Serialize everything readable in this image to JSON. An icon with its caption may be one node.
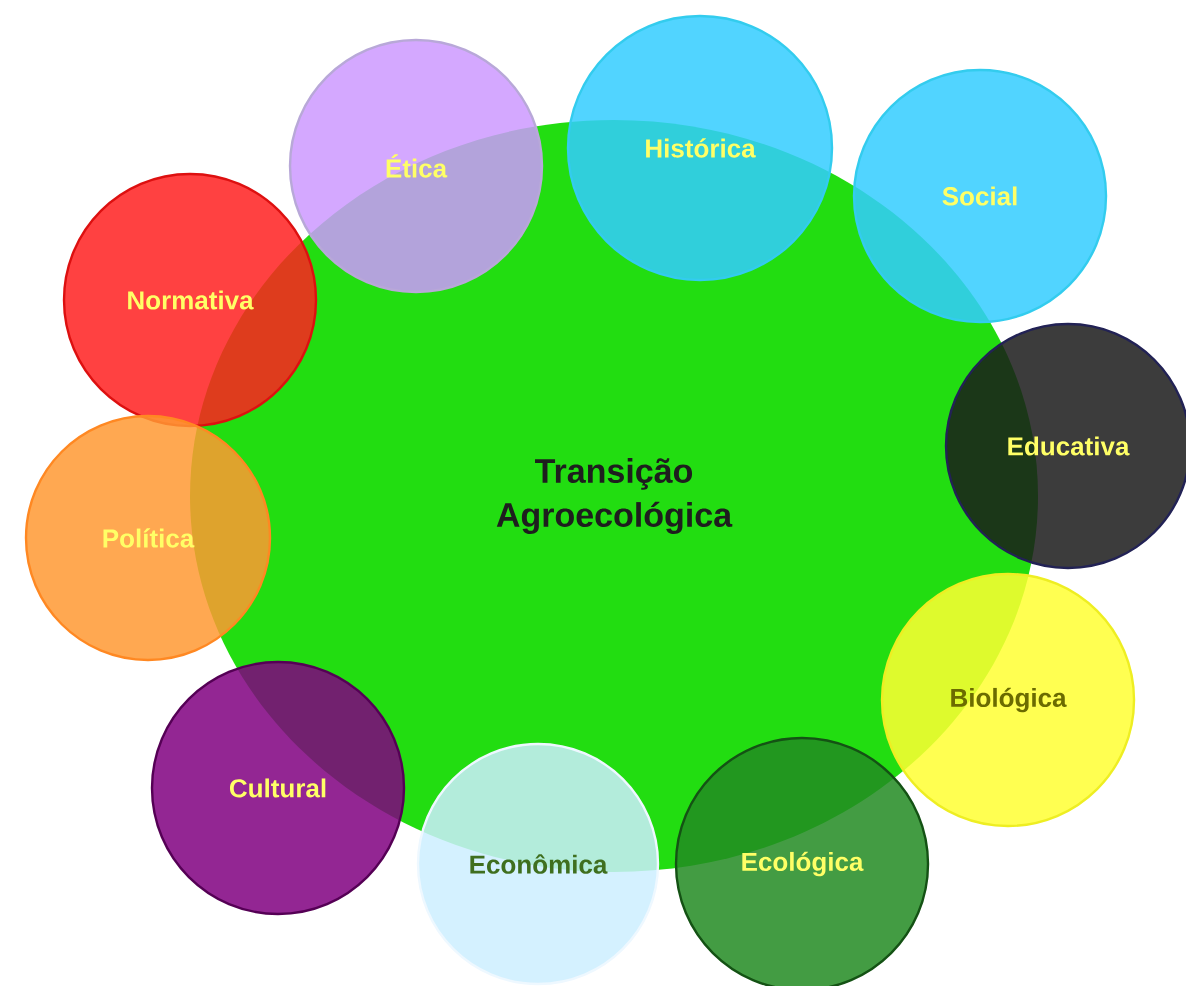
{
  "diagram": {
    "nodes": [
      {
        "text": [
          "Transição Agroecológica"
        ]
      },
      {
        "text": [
          "Ética"
        ]
      },
      {
        "text": [
          "Histórica"
        ]
      },
      {
        "text": [
          "Social"
        ]
      },
      {
        "text": [
          "Normativa"
        ]
      },
      {
        "text": [
          "Educativa"
        ]
      },
      {
        "text": [
          "Política"
        ]
      },
      {
        "text": [
          "Biológica"
        ]
      },
      {
        "text": [
          "Cultural"
        ]
      },
      {
        "text": [
          "Econômica"
        ]
      },
      {
        "text": [
          "Ecológica"
        ]
      }
    ]
  }
}
